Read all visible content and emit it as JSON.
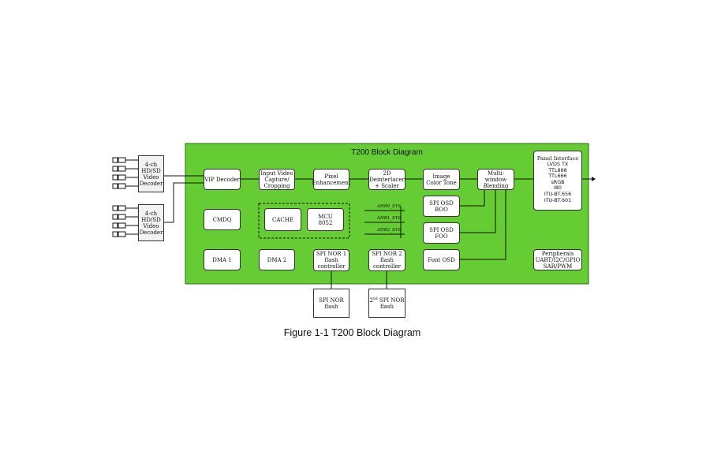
{
  "diagram": {
    "title": "T200 Block Diagram",
    "caption": "Figure 1-1 T200 Block Diagram",
    "colors": {
      "soc_fill": "#66cc33",
      "soc_border": "#2f6b14",
      "box_fill": "#ffffff",
      "line": "#111111",
      "connector": "#d4a017"
    },
    "decoders": [
      {
        "line1": "4-ch",
        "line2": "HD/SD",
        "line3": "Video",
        "line4": "Decoder"
      },
      {
        "line1": "4-ch",
        "line2": "HD/SD",
        "line3": "Video",
        "line4": "Decoder"
      }
    ],
    "blocks": {
      "vip_decoder": "VIP Decoder",
      "input_capture": {
        "line1": "Input Video",
        "line2": "Capture/",
        "line3": "Cropping"
      },
      "pixel_enh": {
        "line1": "Pixel",
        "line2": "Enhancement"
      },
      "deinterlacer": {
        "line1": "2D Deinterlacer",
        "line2": "+ Scaler"
      },
      "color_tone": {
        "line1": "Image",
        "line2": "Color Tone"
      },
      "blending": {
        "line1": "Multi-window",
        "line2": "Blending"
      },
      "cmdq": "CMDQ",
      "cache": "CACHE",
      "mcu": {
        "line1": "MCU",
        "line2": "8052"
      },
      "osd_boo": {
        "line1": "SPI OSD",
        "line2": "BOO"
      },
      "osd_foo": {
        "line1": "SPI OSD",
        "line2": "FOO"
      },
      "font_osd": "Font OSD",
      "dma1": "DMA 1",
      "dma2": "DMA 2",
      "spi_nor1_ctrl": {
        "line1": "SPI NOR 1",
        "line2": "flash",
        "line3": "controller"
      },
      "spi_nor2_ctrl": {
        "line1": "SPI NOR 2",
        "line2": "flash",
        "line3": "controller"
      },
      "panel": {
        "title": "Panel Interface",
        "items": [
          "LVDS TX",
          "TTL888",
          "TTL666",
          "sRGB",
          "I80",
          "ITU-BT.656",
          "ITU-BT.601"
        ]
      },
      "peripherals": {
        "title": "Peripherals",
        "line2": "UART/I2C/GPIO",
        "line3": "SAR/PWM"
      }
    },
    "buses": [
      "AHB0_SYS",
      "AHB1_SYS",
      "AHB2_SYS"
    ],
    "flash": {
      "nor1": {
        "line1": "SPI NOR",
        "line2": "flash"
      },
      "nor2": {
        "sup": "nd",
        "line1_pre": "2",
        "line1_post": " SPI NOR",
        "line2": "flash"
      }
    }
  }
}
